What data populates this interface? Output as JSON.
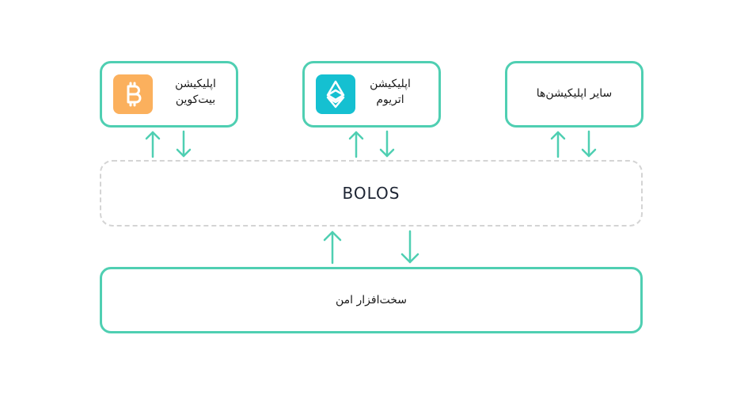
{
  "apps": {
    "bitcoin": {
      "label_line1": "اپلیکیشن",
      "label_line2": "بیت‌کوین",
      "icon": "bitcoin-icon"
    },
    "ethereum": {
      "label_line1": "اپلیکیشن",
      "label_line2": "اتریوم",
      "icon": "ethereum-icon"
    },
    "other": {
      "label": "سایر اپلیکیشن‌ها"
    }
  },
  "bolos": {
    "label": "BOLOS"
  },
  "hardware": {
    "label": "سخت‌افزار امن"
  },
  "colors": {
    "accent": "#4fcfb2",
    "bitcoin": "#fbb05d",
    "ethereum": "#15c0d1",
    "dashed_border": "#d4d4d4"
  }
}
